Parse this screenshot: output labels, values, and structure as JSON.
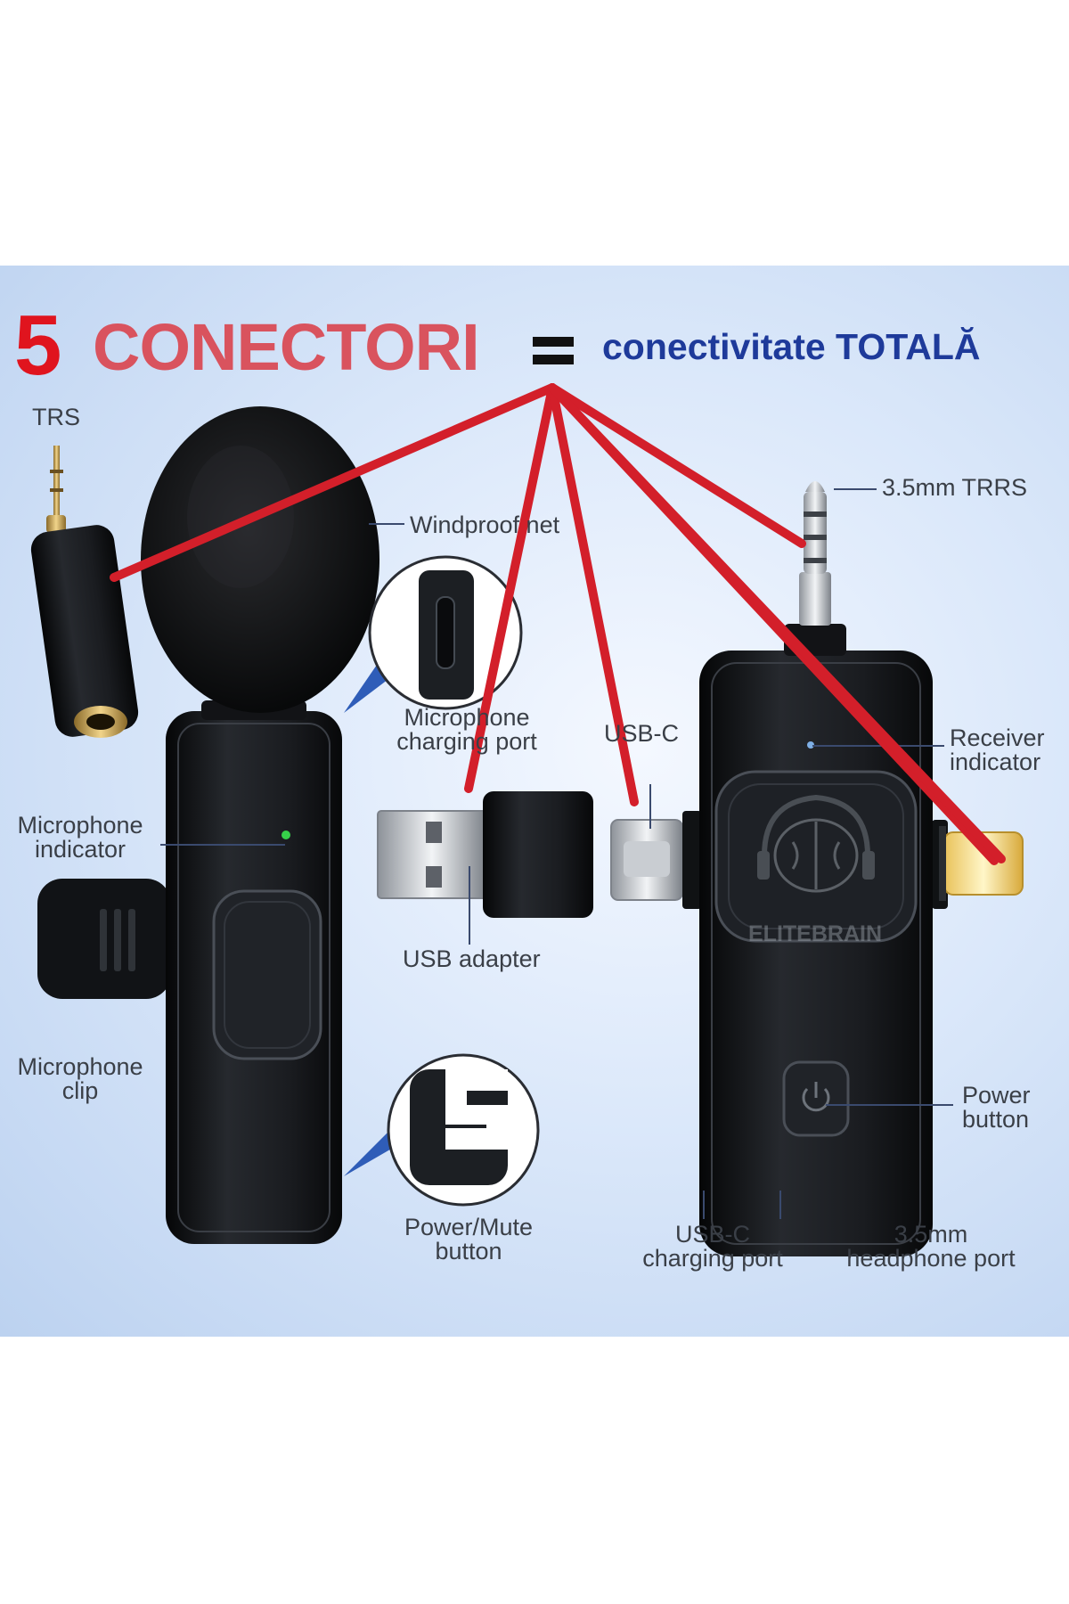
{
  "headline": {
    "number": "5",
    "word": "CONECTORI",
    "equals": "=",
    "tagline": "conectivitate TOTALĂ"
  },
  "labels": {
    "trs": "TRS",
    "windproof_net": "Windproof net",
    "trrs": "3.5mm TRRS",
    "mic_charging_port": [
      "Microphone",
      "charging port"
    ],
    "usb_c": "USB-C",
    "receiver_indicator": [
      "Receiver",
      "indicator"
    ],
    "mic_indicator": [
      "Microphone",
      "indicator"
    ],
    "usb_adapter": "USB adapter",
    "mic_clip": [
      "Microphone",
      "clip"
    ],
    "power_button": [
      "Power",
      "button"
    ],
    "power_mute_button": [
      "Power/Mute",
      "button"
    ],
    "usbc_charging_port": [
      "USB-C",
      "charging port"
    ],
    "headphone_port": [
      "3.5mm",
      "headphone port"
    ]
  },
  "watermark": "ELITEBRAIN",
  "colors": {
    "headline_red": "#e0141e",
    "headline_pink": "#d9535e",
    "tagline_blue": "#1e3a9a",
    "connector_line": "#d31f2a",
    "device_black": "#16181c"
  }
}
